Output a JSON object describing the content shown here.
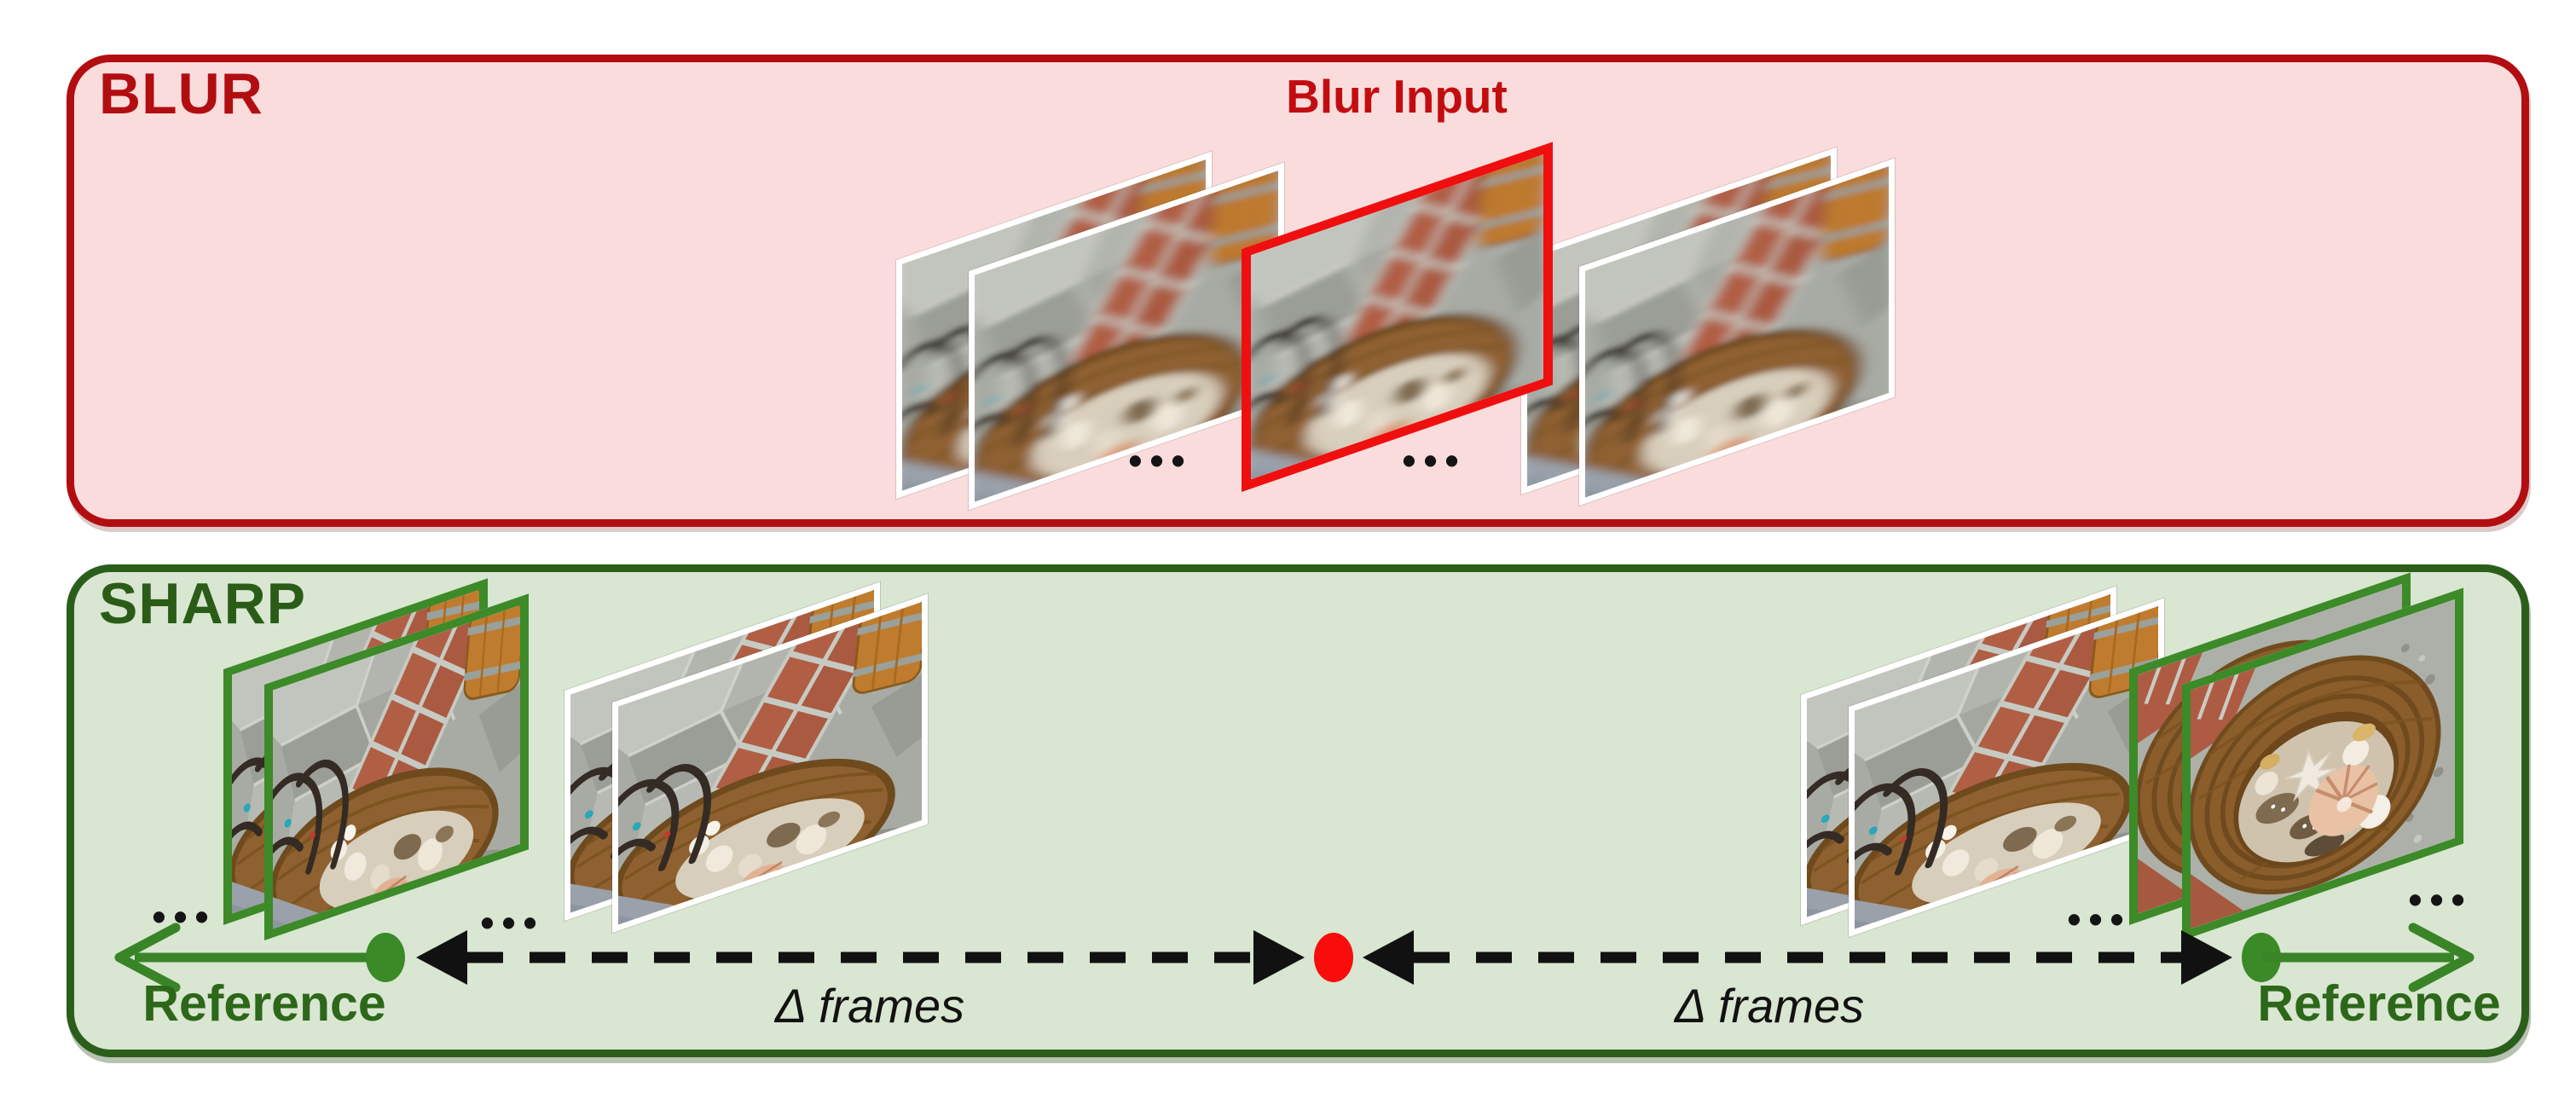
{
  "blur": {
    "title": "BLUR",
    "input_label": "Blur Input",
    "dots": "•••",
    "panel_bg": "#FBDCDC",
    "panel_border": "#B20E11",
    "input_frame_border": "#EF0F0F",
    "frame_border": "#FFFFFF"
  },
  "sharp": {
    "title": "SHARP",
    "dots": "•••",
    "panel_bg": "#D9E6D1",
    "panel_border": "#2C5E1B",
    "reference_frame_border": "#3C8A28",
    "frame_border": "#FFFFFF",
    "reference_left": "Reference",
    "reference_right": "Reference",
    "delta_frames_left": "Δ frames",
    "delta_frames_right": "Δ frames",
    "arrow_green": "#398427",
    "marker_green": "#3A8A28",
    "marker_red": "#F90C0C",
    "dashed_arrow_color": "#111111"
  }
}
